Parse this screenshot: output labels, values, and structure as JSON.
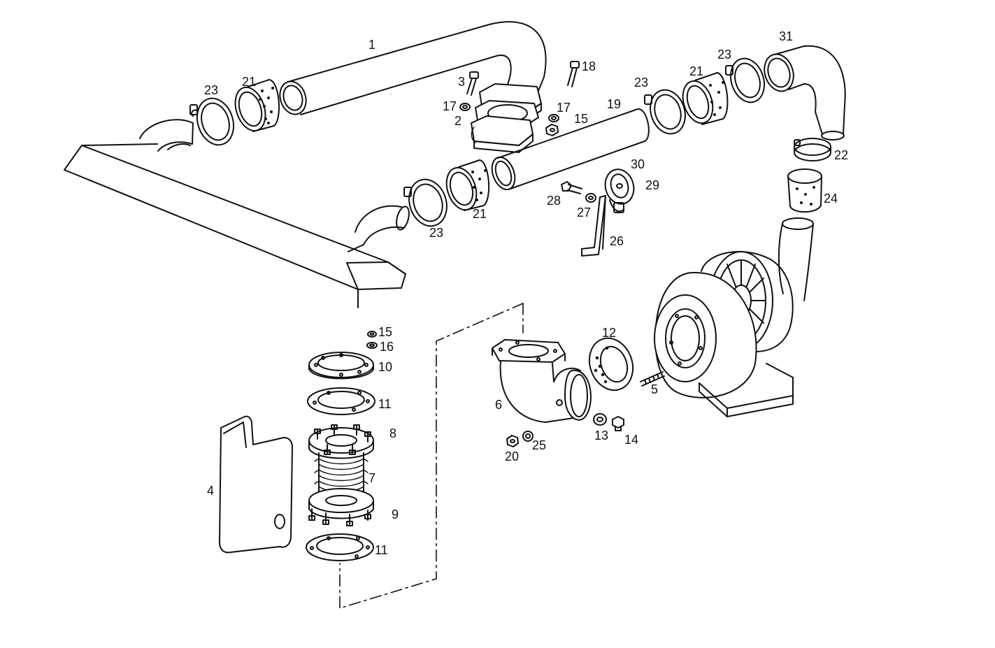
{
  "diagram": {
    "callouts": [
      {
        "id": "c1",
        "label": "1"
      },
      {
        "id": "c3",
        "label": "3"
      },
      {
        "id": "c18",
        "label": "18"
      },
      {
        "id": "c17a",
        "label": "17"
      },
      {
        "id": "c2",
        "label": "2"
      },
      {
        "id": "c17b",
        "label": "17"
      },
      {
        "id": "c15a",
        "label": "15"
      },
      {
        "id": "c19",
        "label": "19"
      },
      {
        "id": "c23a",
        "label": "23"
      },
      {
        "id": "c21a",
        "label": "21"
      },
      {
        "id": "c23b",
        "label": "23"
      },
      {
        "id": "c21b",
        "label": "21"
      },
      {
        "id": "c23c",
        "label": "23"
      },
      {
        "id": "c31",
        "label": "31"
      },
      {
        "id": "c22",
        "label": "22"
      },
      {
        "id": "c24",
        "label": "24"
      },
      {
        "id": "c30",
        "label": "30"
      },
      {
        "id": "c29",
        "label": "29"
      },
      {
        "id": "c28",
        "label": "28"
      },
      {
        "id": "c27",
        "label": "27"
      },
      {
        "id": "c26",
        "label": "26"
      },
      {
        "id": "c23d",
        "label": "23"
      },
      {
        "id": "c21c",
        "label": "21"
      },
      {
        "id": "c15b",
        "label": "15"
      },
      {
        "id": "c16",
        "label": "16"
      },
      {
        "id": "c10",
        "label": "10"
      },
      {
        "id": "c11a",
        "label": "11"
      },
      {
        "id": "c8",
        "label": "8"
      },
      {
        "id": "c7",
        "label": "7"
      },
      {
        "id": "c9",
        "label": "9"
      },
      {
        "id": "c11b",
        "label": "11"
      },
      {
        "id": "c4",
        "label": "4"
      },
      {
        "id": "c12",
        "label": "12"
      },
      {
        "id": "c6",
        "label": "6"
      },
      {
        "id": "c5",
        "label": "5"
      },
      {
        "id": "c13",
        "label": "13"
      },
      {
        "id": "c14",
        "label": "14"
      },
      {
        "id": "c20",
        "label": "20"
      },
      {
        "id": "c25",
        "label": "25"
      }
    ]
  }
}
